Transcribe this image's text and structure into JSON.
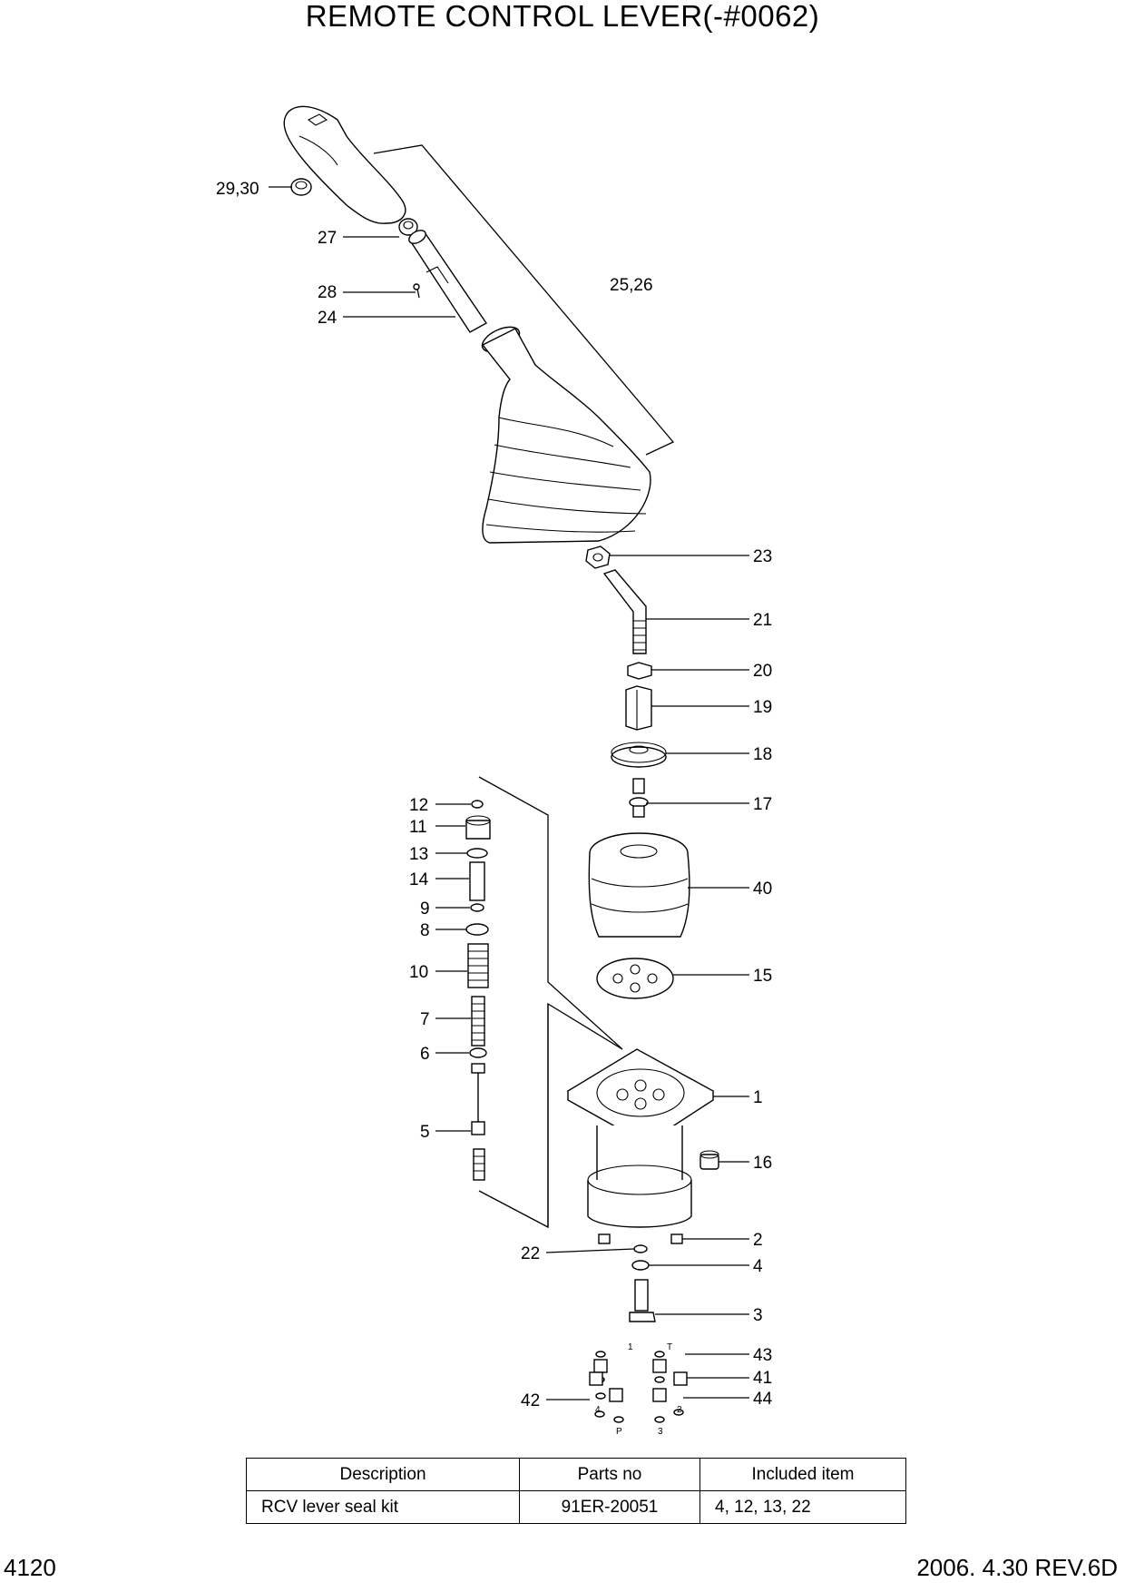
{
  "header": {
    "title": "REMOTE CONTROL LEVER(-#0062)"
  },
  "callouts": {
    "c2930": "29,30",
    "c27": "27",
    "c28": "28",
    "c24": "24",
    "c2526": "25,26",
    "c23": "23",
    "c21": "21",
    "c20": "20",
    "c19": "19",
    "c18": "18",
    "c17": "17",
    "c40": "40",
    "c15": "15",
    "c1": "1",
    "c16": "16",
    "c2": "2",
    "c4": "4",
    "c3": "3",
    "c43": "43",
    "c41": "41",
    "c44": "44",
    "c42": "42",
    "c22": "22",
    "c12": "12",
    "c11": "11",
    "c13": "13",
    "c14": "14",
    "c9": "9",
    "c8": "8",
    "c10": "10",
    "c7": "7",
    "c6": "6",
    "c5": "5"
  },
  "port_labels": {
    "p1": "1",
    "pT": "T",
    "p4": "4",
    "p2": "2",
    "pP": "P",
    "p3": "3"
  },
  "table": {
    "headers": [
      "Description",
      "Parts no",
      "Included item"
    ],
    "rows": [
      [
        "RCV lever seal kit",
        "91ER-20051",
        "4, 12, 13, 22"
      ]
    ]
  },
  "footer": {
    "page": "4120",
    "revision": "2006. 4.30  REV.6D"
  }
}
